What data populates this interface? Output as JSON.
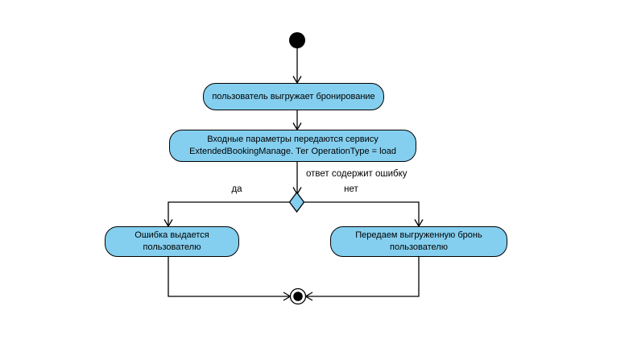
{
  "diagram": {
    "type": "uml-activity-diagram",
    "colors": {
      "node_fill": "#84CFEF",
      "node_border": "#000000",
      "line": "#000000",
      "background": "#FFFFFF"
    },
    "nodes": {
      "initial": {
        "kind": "initial-node"
      },
      "load_booking": {
        "kind": "activity",
        "lines": [
          "пользователь выгружает бронирование"
        ]
      },
      "input_params": {
        "kind": "activity",
        "lines": [
          "Входные параметры передаются сервису",
          "ExtendedBookingManage. Тег OperationType = load"
        ]
      },
      "decision": {
        "kind": "decision-node"
      },
      "error_shown": {
        "kind": "activity",
        "lines": [
          "Ошибка выдается",
          "пользователю"
        ]
      },
      "pass_booking": {
        "kind": "activity",
        "lines": [
          "Передаем выгруженную бронь",
          "пользователю"
        ]
      },
      "final": {
        "kind": "final-node"
      }
    },
    "edge_labels": {
      "condition": "ответ содержит ошибку",
      "yes": "да",
      "no": "нет"
    }
  }
}
